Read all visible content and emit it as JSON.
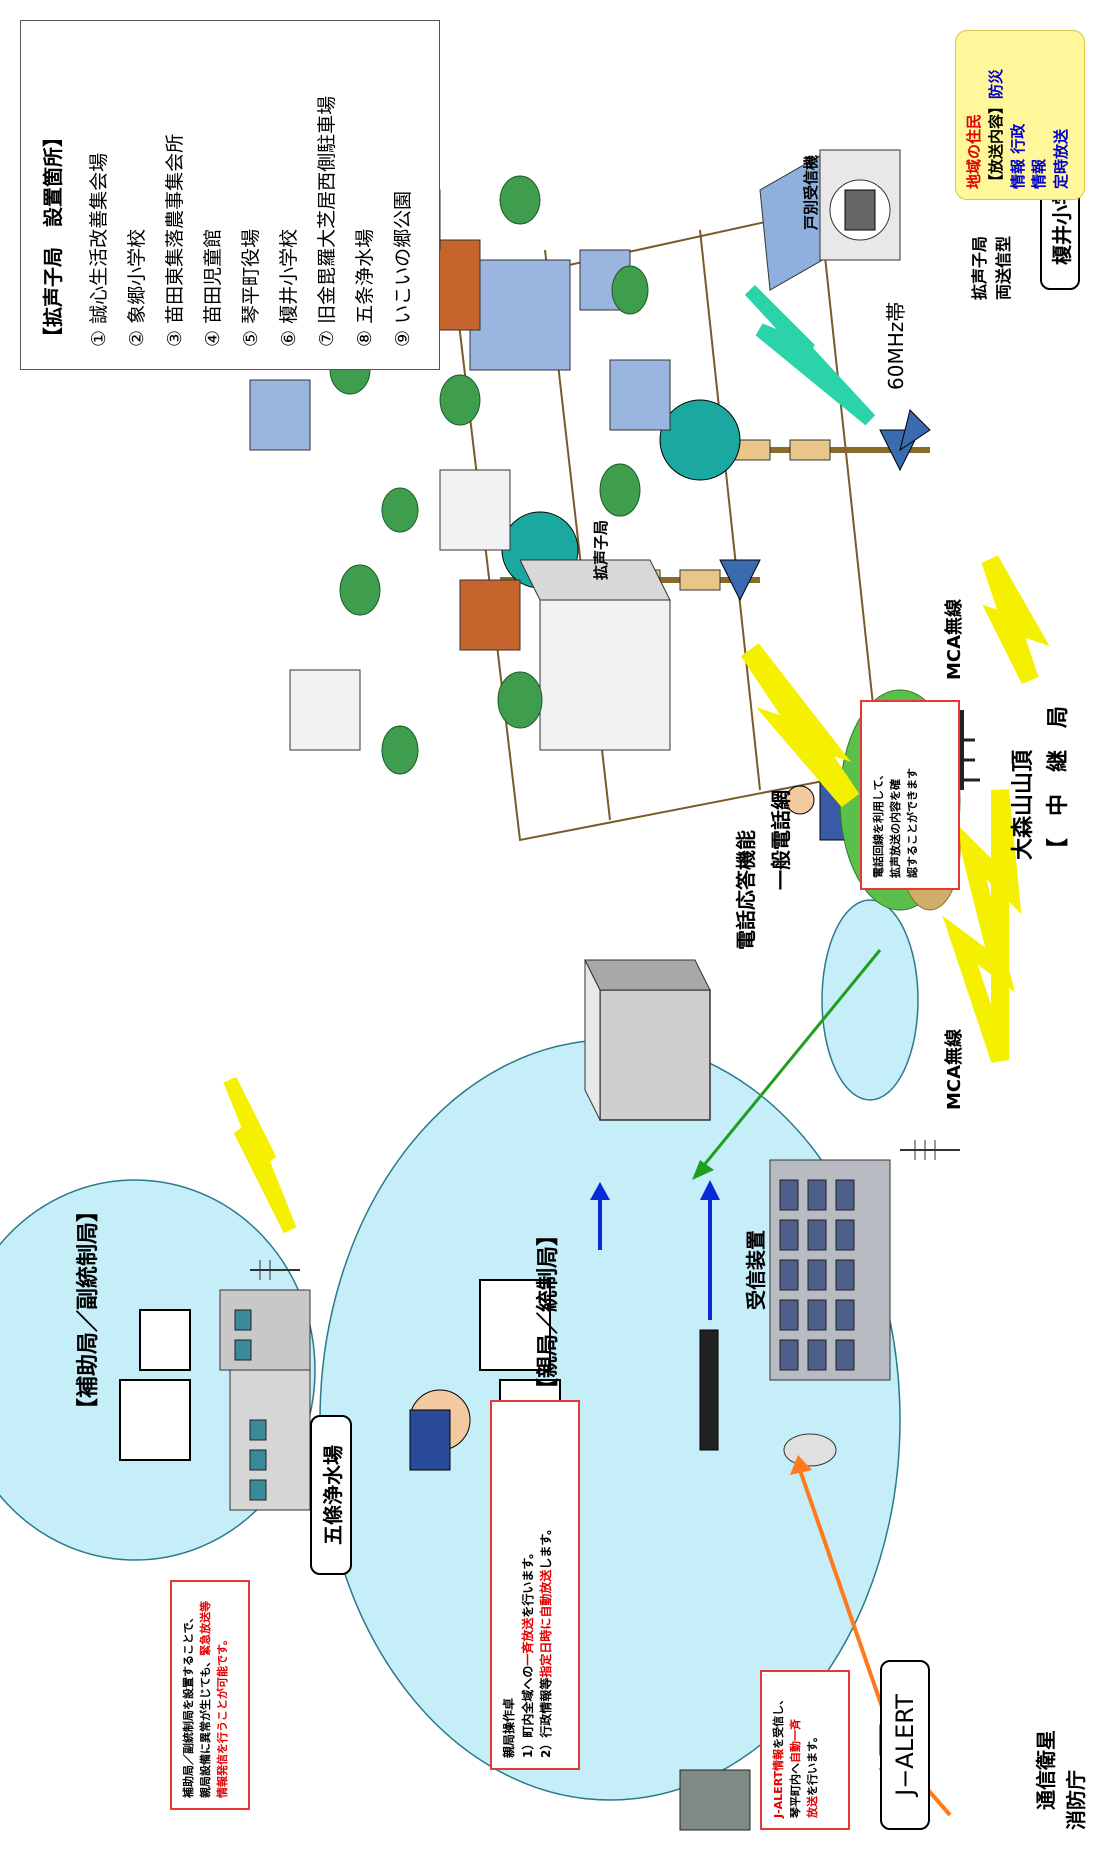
{
  "labels": {
    "relay_station": "【　中　継　局",
    "relay_site": "大森山山頂",
    "school": "榎井小学校",
    "bidirectional_station": "両送信型",
    "bidirectional_station2": "拡声子局",
    "band": "60MHz帯",
    "home_receiver": "戸別受信機",
    "speaker_substation": "拡声子局",
    "mca_top": "MCA無線",
    "mca_left": "MCA無線",
    "phone_network": "一般電話網",
    "phone_response": "電話応答機能",
    "receiver_device": "受信装置",
    "master_station": "【親局／統制局】",
    "sub_station": "【補助局／副統制局】",
    "water_plant": "五條浄水場",
    "satellite": "通信衛星",
    "fire_agency": "消防庁",
    "jalert": "J−ALERT"
  },
  "boxes": {
    "phone_note": [
      "電話回線を利用して、",
      "拡声放送の内容を確",
      "認することができます"
    ],
    "master_ops": {
      "title": "親局操作卓",
      "line1_pre": "1）町内全域への",
      "line1_red": "一斉放送",
      "line1_post": "を行います。",
      "line2_pre": "2）行政情報等",
      "line2_red": "指定日時に自動放送",
      "line2_post": "します。"
    },
    "sub_note": {
      "line1": "補助局／副統制局を設置することで、",
      "line2_pre": "親局設備に異常が生じても、",
      "line2_red": "緊急放送等",
      "line3_red": "情報発信を行うことが可能です。"
    },
    "jalert_note": {
      "line1_red": "J-ALERT情報",
      "line1_post": "を受信し、",
      "line2_pre": "琴平町内へ",
      "line2_red": "自動一斉",
      "line3_red": "放送",
      "line3_post": "を行います。"
    }
  },
  "home_note": {
    "line1": "地域の住民",
    "line2_pre": "【放送内",
    "line3_pre": "容】",
    "line3_blue": "防災",
    "line4_blue": "情報 行政",
    "line5_blue": "情報",
    "line6_blue": "定時放送"
  },
  "legend": {
    "title": "【拡声子局　設置箇所】",
    "items": [
      "① 誠心生活改善集会場",
      "② 象郷小学校",
      "③ 苗田東集落農事集会所",
      "④ 苗田児童館",
      "⑤ 琴平町役場",
      "⑥ 榎井小学校",
      "⑦ 旧金毘羅大芝居西側駐車場",
      "⑧ 五条浄水場",
      "⑨ いこいの郷公園"
    ]
  },
  "colors": {
    "ellipse_fill": "#c6eef8",
    "lightning": "#f5f000",
    "radio_wave": "#2ad4a8",
    "satellite_arrow": "#ff7a1a",
    "phone_line": "#1f9e1f",
    "link_arrow": "#0a2ad8",
    "box_border": "#e53935"
  }
}
